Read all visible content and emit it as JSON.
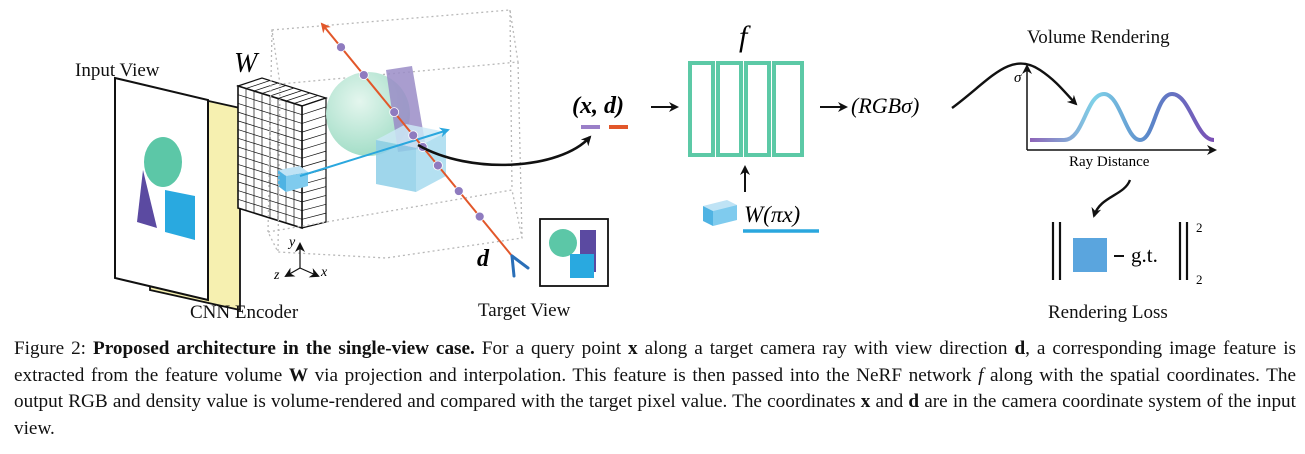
{
  "diagram": {
    "labels": {
      "input_view": "Input View",
      "w_symbol": "W",
      "cnn_encoder": "CNN Encoder",
      "axis_y": "y",
      "axis_z": "z",
      "axis_x": "x",
      "d_symbol": "d",
      "target_view": "Target View",
      "xd_tuple": "(x, d)",
      "f_symbol": "f",
      "rgb_sigma": "(RGBσ)",
      "w_pi_x": "W(πx)",
      "volume_rendering": "Volume Rendering",
      "sigma": "σ",
      "ray_distance": "Ray Distance",
      "gt": "g.t.",
      "norm_sup": "2",
      "norm_sub": "2",
      "rendering_loss": "Rendering Loss"
    },
    "colors": {
      "network_green": "#5cc9a6",
      "ray_orange": "#e2572a",
      "ray_point_purple": "#8f7bbf",
      "sphere_green": "#b8e6d4",
      "box_purple": "#9a8cc7",
      "cube_blue": "#7fc4e8",
      "input_yellow": "#f6f0b0",
      "shape_teal": "#5cc7a7",
      "shape_purple": "#5b4aa1",
      "shape_blue": "#29a9e0",
      "x_underline": "#9a7fc8",
      "d_underline": "#e2572a",
      "feature_underline": "#2aa7de",
      "loss_square": "#5aa5de",
      "curve_start": "#8e64b8",
      "curve_mid": "#7fd2e8",
      "curve_end": "#7c4fb5"
    }
  },
  "caption": {
    "figure_label": "Figure 2:",
    "title": "Proposed architecture in the single-view case.",
    "segments": [
      "For a query point ",
      "x",
      " along a target camera ray with view direction ",
      "d",
      ", a corresponding image feature is extracted from the feature volume ",
      "W",
      " via projection and interpolation. This feature is then passed into the NeRF network ",
      "f",
      " along with the spatial coordinates. The output RGB and density value is volume-rendered and compared with the target pixel value. The coordinates ",
      "x",
      " and ",
      "d",
      " are in the camera coordinate system of the input view."
    ]
  }
}
